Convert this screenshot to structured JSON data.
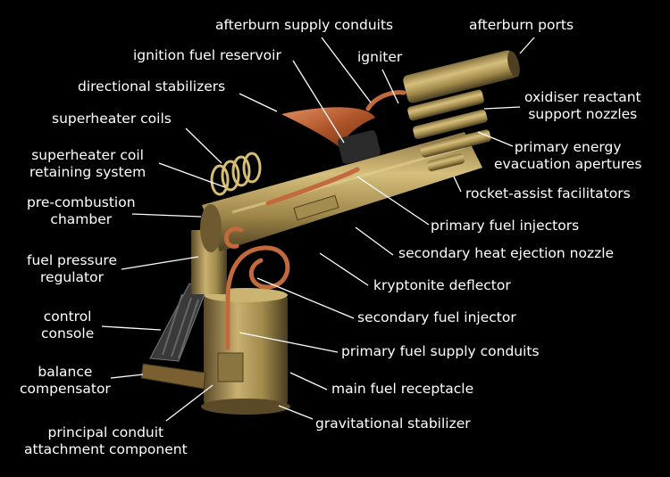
{
  "colors": {
    "background": "#000000",
    "label_text": "#ffffff",
    "leader_line": "#ffffff",
    "brass": "#b59a55",
    "copper": "#c26a3c"
  },
  "labels": {
    "afterburn_supply_conduits": [
      "afterburn supply conduits"
    ],
    "afterburn_ports": [
      "afterburn ports"
    ],
    "ignition_fuel_reservoir": [
      "ignition fuel reservoir"
    ],
    "igniter": [
      "igniter"
    ],
    "directional_stabilizers": [
      "directional stabilizers"
    ],
    "oxidiser_reactant_support_nozzles": [
      "oxidiser reactant",
      "support nozzles"
    ],
    "superheater_coils": [
      "superheater coils"
    ],
    "primary_energy_evacuation_apertures": [
      "primary energy",
      "evacuation apertures"
    ],
    "superheater_coil_retaining_system": [
      "superheater coil",
      "retaining system"
    ],
    "rocket_assist_facilitators": [
      "rocket-assist facilitators"
    ],
    "pre_combustion_chamber": [
      "pre-combustion",
      "chamber"
    ],
    "primary_fuel_injectors": [
      "primary fuel injectors"
    ],
    "secondary_heat_ejection_nozzle": [
      "secondary heat ejection nozzle"
    ],
    "fuel_pressure_regulator": [
      "fuel pressure",
      "regulator"
    ],
    "kryptonite_deflector": [
      "kryptonite deflector"
    ],
    "control_console": [
      "control",
      "console"
    ],
    "secondary_fuel_injector": [
      "secondary fuel injector"
    ],
    "primary_fuel_supply_conduits": [
      "primary fuel supply conduits"
    ],
    "balance_compensator": [
      "balance",
      "compensator"
    ],
    "main_fuel_receptacle": [
      "main fuel receptacle"
    ],
    "principal_conduit_attachment_component": [
      "principal conduit",
      "attachment component"
    ],
    "gravitational_stabilizer": [
      "gravitational stabilizer"
    ]
  }
}
